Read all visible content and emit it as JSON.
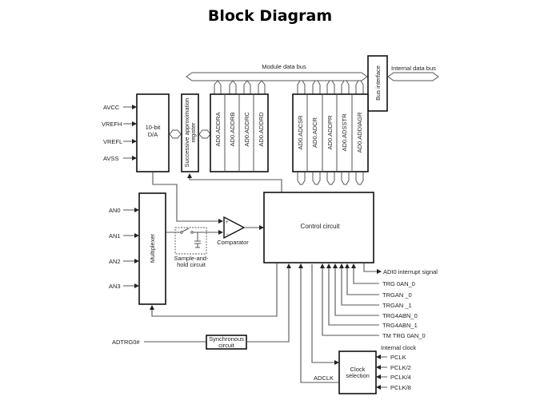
{
  "title": "Block Diagram",
  "buses": {
    "module_data_bus": "Module data bus",
    "internal_data_bus": "Internal data bus"
  },
  "blocks": {
    "bus_interface": "Bus interface",
    "da_converter": [
      "10-bit",
      "D/A"
    ],
    "sar": [
      "Successive approximation",
      "register"
    ],
    "data_registers": [
      "AD0.ADDRA",
      "AD0.ADDRB",
      "AD0.ADDRC",
      "AD0.ADDRD"
    ],
    "control_registers": [
      "AD0.ADCSR",
      "AD0.ADCR",
      "AD0.ADDPR",
      "AD0.ADSSTR",
      "AD0.ADDIAGR"
    ],
    "multiplexer": "Multiplexer",
    "comparator": "Comparator",
    "sample_hold": [
      "Sample-and-",
      "hold circuit"
    ],
    "control_circuit": "Control circuit",
    "synchronous_circuit": [
      "Synchronous",
      "circuit"
    ],
    "clock_selection": [
      "Clock",
      "selection"
    ]
  },
  "inputs": {
    "reference": [
      "AVCC",
      "VREFH",
      "VREFL",
      "AVSS"
    ],
    "analog": [
      "AN0",
      "AN1",
      "AN2",
      "AN3"
    ],
    "external_trigger": "ADTRG0#",
    "clock_header": "Internal clock",
    "clocks": [
      "PCLK",
      "PCLK/2",
      "PCLK/4",
      "PCLK/8"
    ],
    "adclk": "ADCLK"
  },
  "signals": {
    "interrupt": "ADI0 interrupt signal",
    "triggers": [
      "TRG 0AN_0",
      "TRGAN _0",
      "TRGAN _1",
      "TRG4ABN_0",
      "TRG4ABN_1",
      "TM TRG 0AN_0"
    ]
  },
  "comparator_pins": {
    "plus": "+",
    "minus": "−"
  }
}
